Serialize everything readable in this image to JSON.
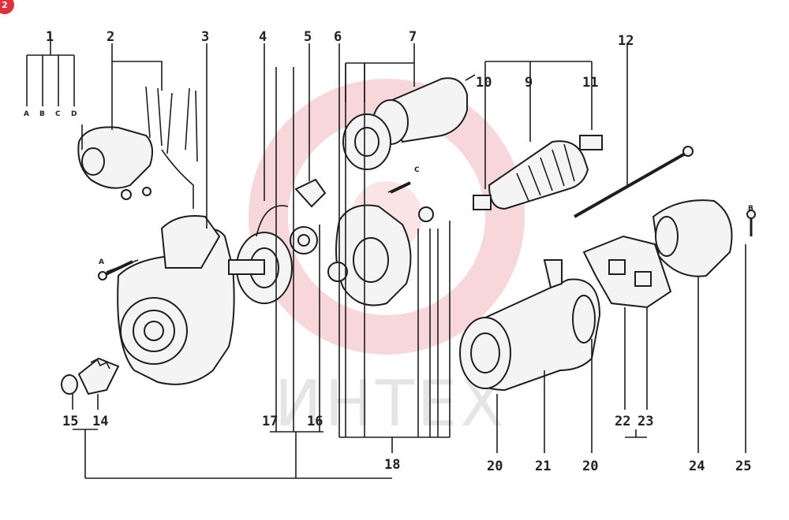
{
  "badge": "2",
  "watermark": "ИНТЕХ",
  "group_letters": [
    "A",
    "B",
    "C",
    "D"
  ],
  "letter_a": "A",
  "letter_b": "B",
  "letter_c": "C",
  "callouts": [
    "1",
    "2",
    "3",
    "4",
    "5",
    "6",
    "7",
    "10",
    "9",
    "11",
    "12",
    "15",
    "14",
    "17",
    "16",
    "18",
    "20",
    "21",
    "20",
    "22",
    "23",
    "24",
    "25"
  ]
}
